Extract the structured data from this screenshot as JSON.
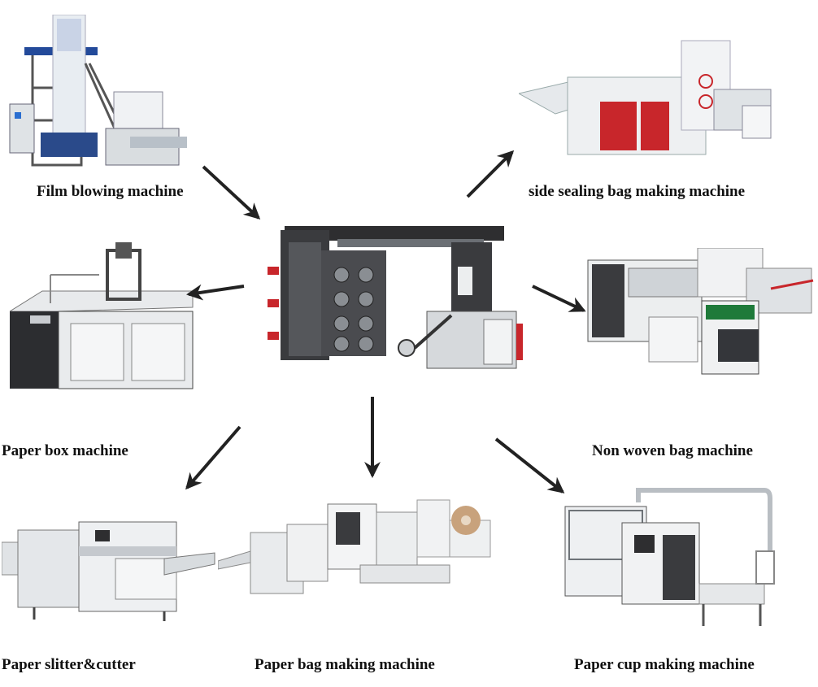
{
  "center_machine": "flexo-printing-machine",
  "colors": {
    "arrow": "#222222",
    "accent_red": "#c8262b",
    "steel": "#d9dde0",
    "dark": "#2e2e30"
  },
  "labels": {
    "film_blowing": "Film blowing machine",
    "side_sealing": "side sealing bag making machine",
    "paper_box": "Paper box machine",
    "non_woven": "Non woven bag machine",
    "paper_slitter": "Paper slitter&cutter",
    "paper_bag": "Paper bag making machine",
    "paper_cup": "Paper cup making machine"
  }
}
